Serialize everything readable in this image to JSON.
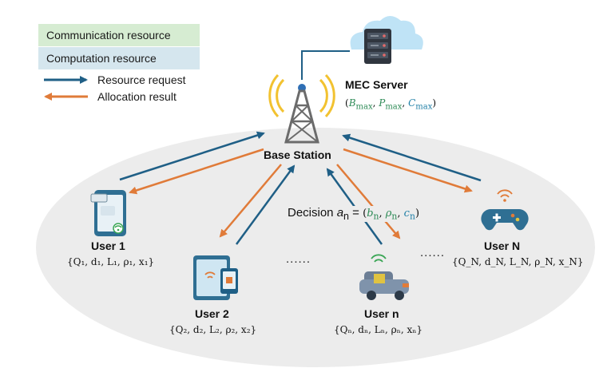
{
  "legend": {
    "communication": "Communication resource",
    "computation": "Computation resource",
    "request": "Resource request",
    "allocation": "Allocation result"
  },
  "server": {
    "title": "MEC Server",
    "tuple_open": "(",
    "b": "B",
    "b_sub": "max",
    "p": "P",
    "p_sub": "max",
    "c": "C",
    "c_sub": "max",
    "tuple_close": ")",
    "sep": ", "
  },
  "base_station": {
    "label": "Base Station"
  },
  "decision": {
    "label": "Decision ",
    "a": "a",
    "a_sub": "n",
    "eq": " = ",
    "open": "(",
    "b": "b",
    "rho": "ρ",
    "c": "c",
    "sub": "n",
    "close": ")"
  },
  "users": [
    {
      "label": "User 1",
      "tuple": "{Q₁, d₁, L₁, ρ₁, x₁}"
    },
    {
      "label": "User 2",
      "tuple": "{Q₂, d₂, L₂, ρ₂, x₂}"
    },
    {
      "label": "User n",
      "tuple": "{Qₙ, dₙ, Lₙ, ρₙ, xₙ}"
    },
    {
      "label": "User N",
      "tuple": "{Q_N, d_N, L_N, ρ_N, x_N}"
    }
  ],
  "ellipsis": "......",
  "colors": {
    "request": "#1f5f86",
    "allocation": "#e07b39",
    "ellipse": "#ececec",
    "comm_bg": "#d6ecd2",
    "comp_bg": "#d5e6ee",
    "tower": "#6b6b6b",
    "signal": "#f2c230"
  }
}
